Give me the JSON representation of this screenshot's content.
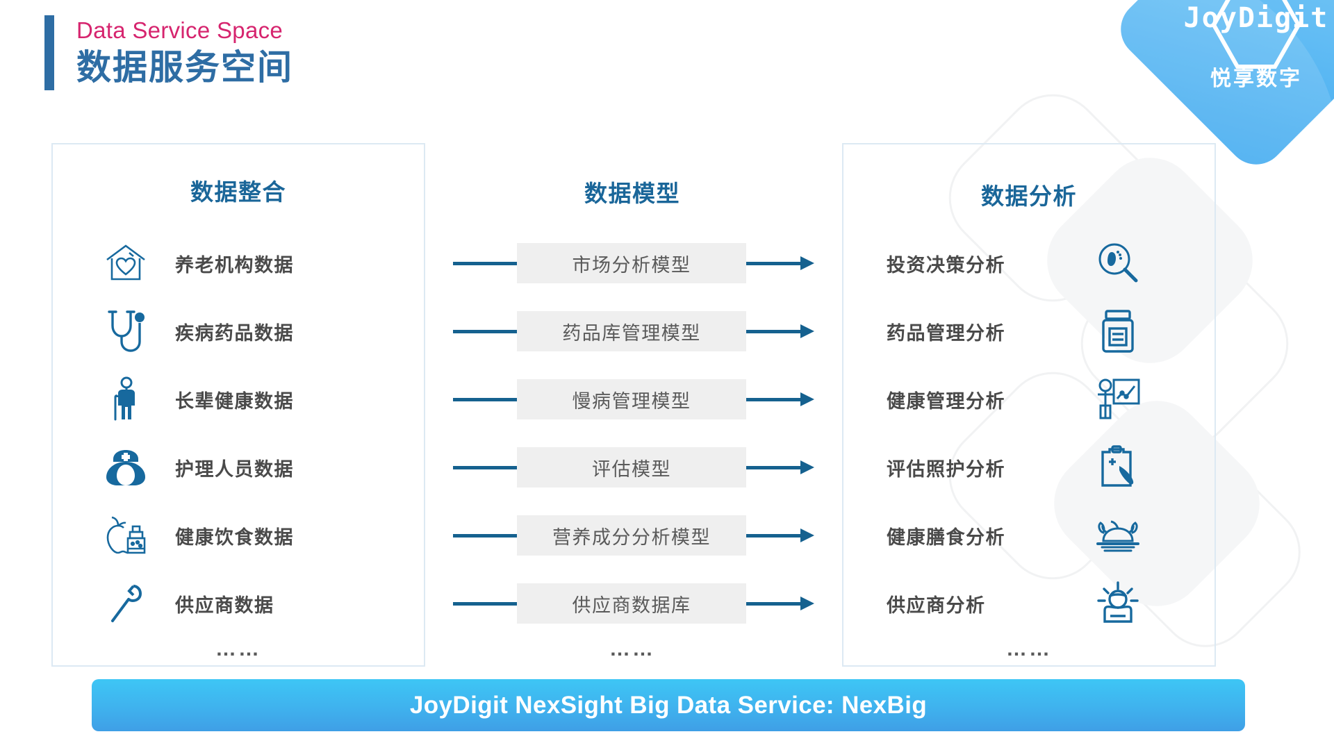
{
  "header": {
    "eyebrow": "Data Service Space",
    "title_cn": "数据服务空间",
    "accent_pink": "#d6246e",
    "accent_blue": "#2e6da4"
  },
  "logo": {
    "wordmark": "JoyDigit",
    "subtitle": "悦享数字",
    "shape": "rotated-rounded-square",
    "color": "#63bdf4"
  },
  "columns": {
    "left": {
      "heading": "数据整合",
      "ellipsis": "……",
      "items": [
        {
          "icon": "house-heart-icon",
          "label": "养老机构数据"
        },
        {
          "icon": "stethoscope-icon",
          "label": "疾病药品数据"
        },
        {
          "icon": "elderly-person-cane-icon",
          "label": "长辈健康数据"
        },
        {
          "icon": "nurse-icon",
          "label": "护理人员数据"
        },
        {
          "icon": "apple-food-icon",
          "label": "健康饮食数据"
        },
        {
          "icon": "wrench-icon",
          "label": "供应商数据"
        }
      ]
    },
    "middle": {
      "heading": "数据模型",
      "ellipsis": "……",
      "items": [
        {
          "label": "市场分析模型"
        },
        {
          "label": "药品库管理模型"
        },
        {
          "label": "慢病管理模型"
        },
        {
          "label": "评估模型"
        },
        {
          "label": "营养成分分析模型"
        },
        {
          "label": "供应商数据库"
        }
      ]
    },
    "right": {
      "heading": "数据分析",
      "ellipsis": "……",
      "items": [
        {
          "icon": "footprint-magnifier-icon",
          "label": "投资决策分析"
        },
        {
          "icon": "medicine-bottle-icon",
          "label": "药品管理分析"
        },
        {
          "icon": "presenter-chart-icon",
          "label": "健康管理分析"
        },
        {
          "icon": "clipboard-care-icon",
          "label": "评估照护分析"
        },
        {
          "icon": "food-platter-icon",
          "label": "健康膳食分析"
        },
        {
          "icon": "supplier-person-icon",
          "label": "供应商分析"
        }
      ]
    }
  },
  "footer": {
    "banner_text": "JoyDigit NexSight Big Data Service: NexBig",
    "banner_color": "#3fb2ee"
  }
}
